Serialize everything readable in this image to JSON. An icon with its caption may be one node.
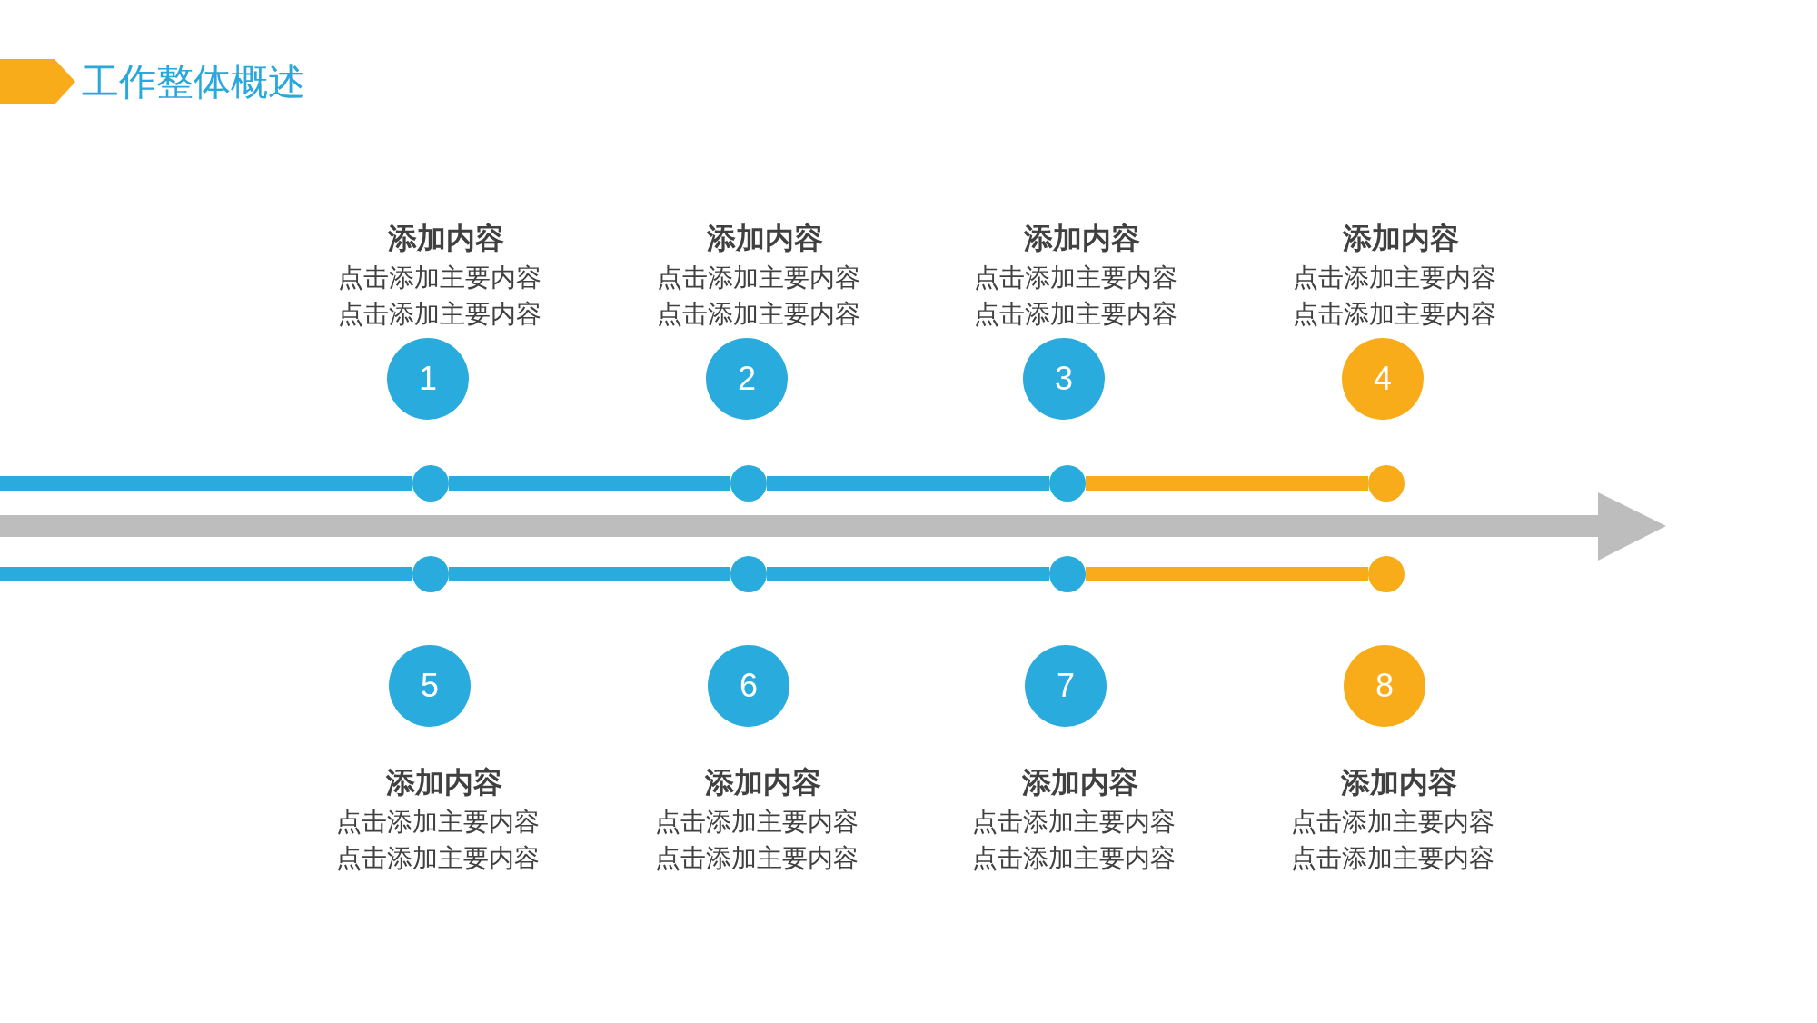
{
  "diagram": {
    "title": "工作整体概述",
    "nodes": [
      {
        "text": [
          "1"
        ],
        "beside": [
          "添加内容",
          "点击添加主要内容点击添加主要内容"
        ]
      },
      {
        "text": [
          "2"
        ],
        "beside": [
          "添加内容",
          "点击添加主要内容点击添加主要内容"
        ]
      },
      {
        "text": [
          "3"
        ],
        "beside": [
          "添加内容",
          "点击添加主要内容点击添加主要内容"
        ]
      },
      {
        "text": [
          "4"
        ],
        "beside": [
          "添加内容",
          "点击添加主要内容点击添加主要内容"
        ]
      },
      {
        "text": [],
        "shape": "circle"
      },
      {
        "text": [],
        "shape": "circle"
      },
      {
        "text": [],
        "shape": "circle"
      },
      {
        "text": [],
        "shape": "circle"
      },
      {
        "text": [],
        "shape": "circle"
      },
      {
        "text": [],
        "shape": "circle"
      },
      {
        "text": [],
        "shape": "circle"
      },
      {
        "text": [],
        "shape": "circle"
      },
      {
        "text": [
          "5"
        ],
        "beside": [
          "添加内容",
          "点击添加主要内容点击添加主要内容"
        ]
      },
      {
        "text": [
          "6"
        ],
        "beside": [
          "添加内容",
          "点击添加主要内容点击添加主要内容"
        ]
      },
      {
        "text": [
          "7"
        ],
        "beside": [
          "添加内容",
          "点击添加主要内容点击添加主要内容"
        ]
      },
      {
        "text": [
          "8"
        ],
        "beside": [
          "添加内容",
          "点击添加主要内容点击添加主要内容"
        ]
      }
    ],
    "edges": [
      {
        "from": null,
        "to": 4,
        "arrow": "none"
      },
      {
        "from": 4,
        "to": 5,
        "arrow": "none"
      },
      {
        "from": 5,
        "to": 6,
        "arrow": "none"
      },
      {
        "from": 6,
        "to": 7,
        "arrow": "none",
        "color": "#f9ac19"
      },
      {
        "from": null,
        "to": 8,
        "arrow": "none"
      },
      {
        "from": 8,
        "to": 9,
        "arrow": "none"
      },
      {
        "from": 9,
        "to": 10,
        "arrow": "none"
      },
      {
        "from": 10,
        "to": 11,
        "arrow": "none",
        "color": "#f9ac19"
      }
    ]
  }
}
